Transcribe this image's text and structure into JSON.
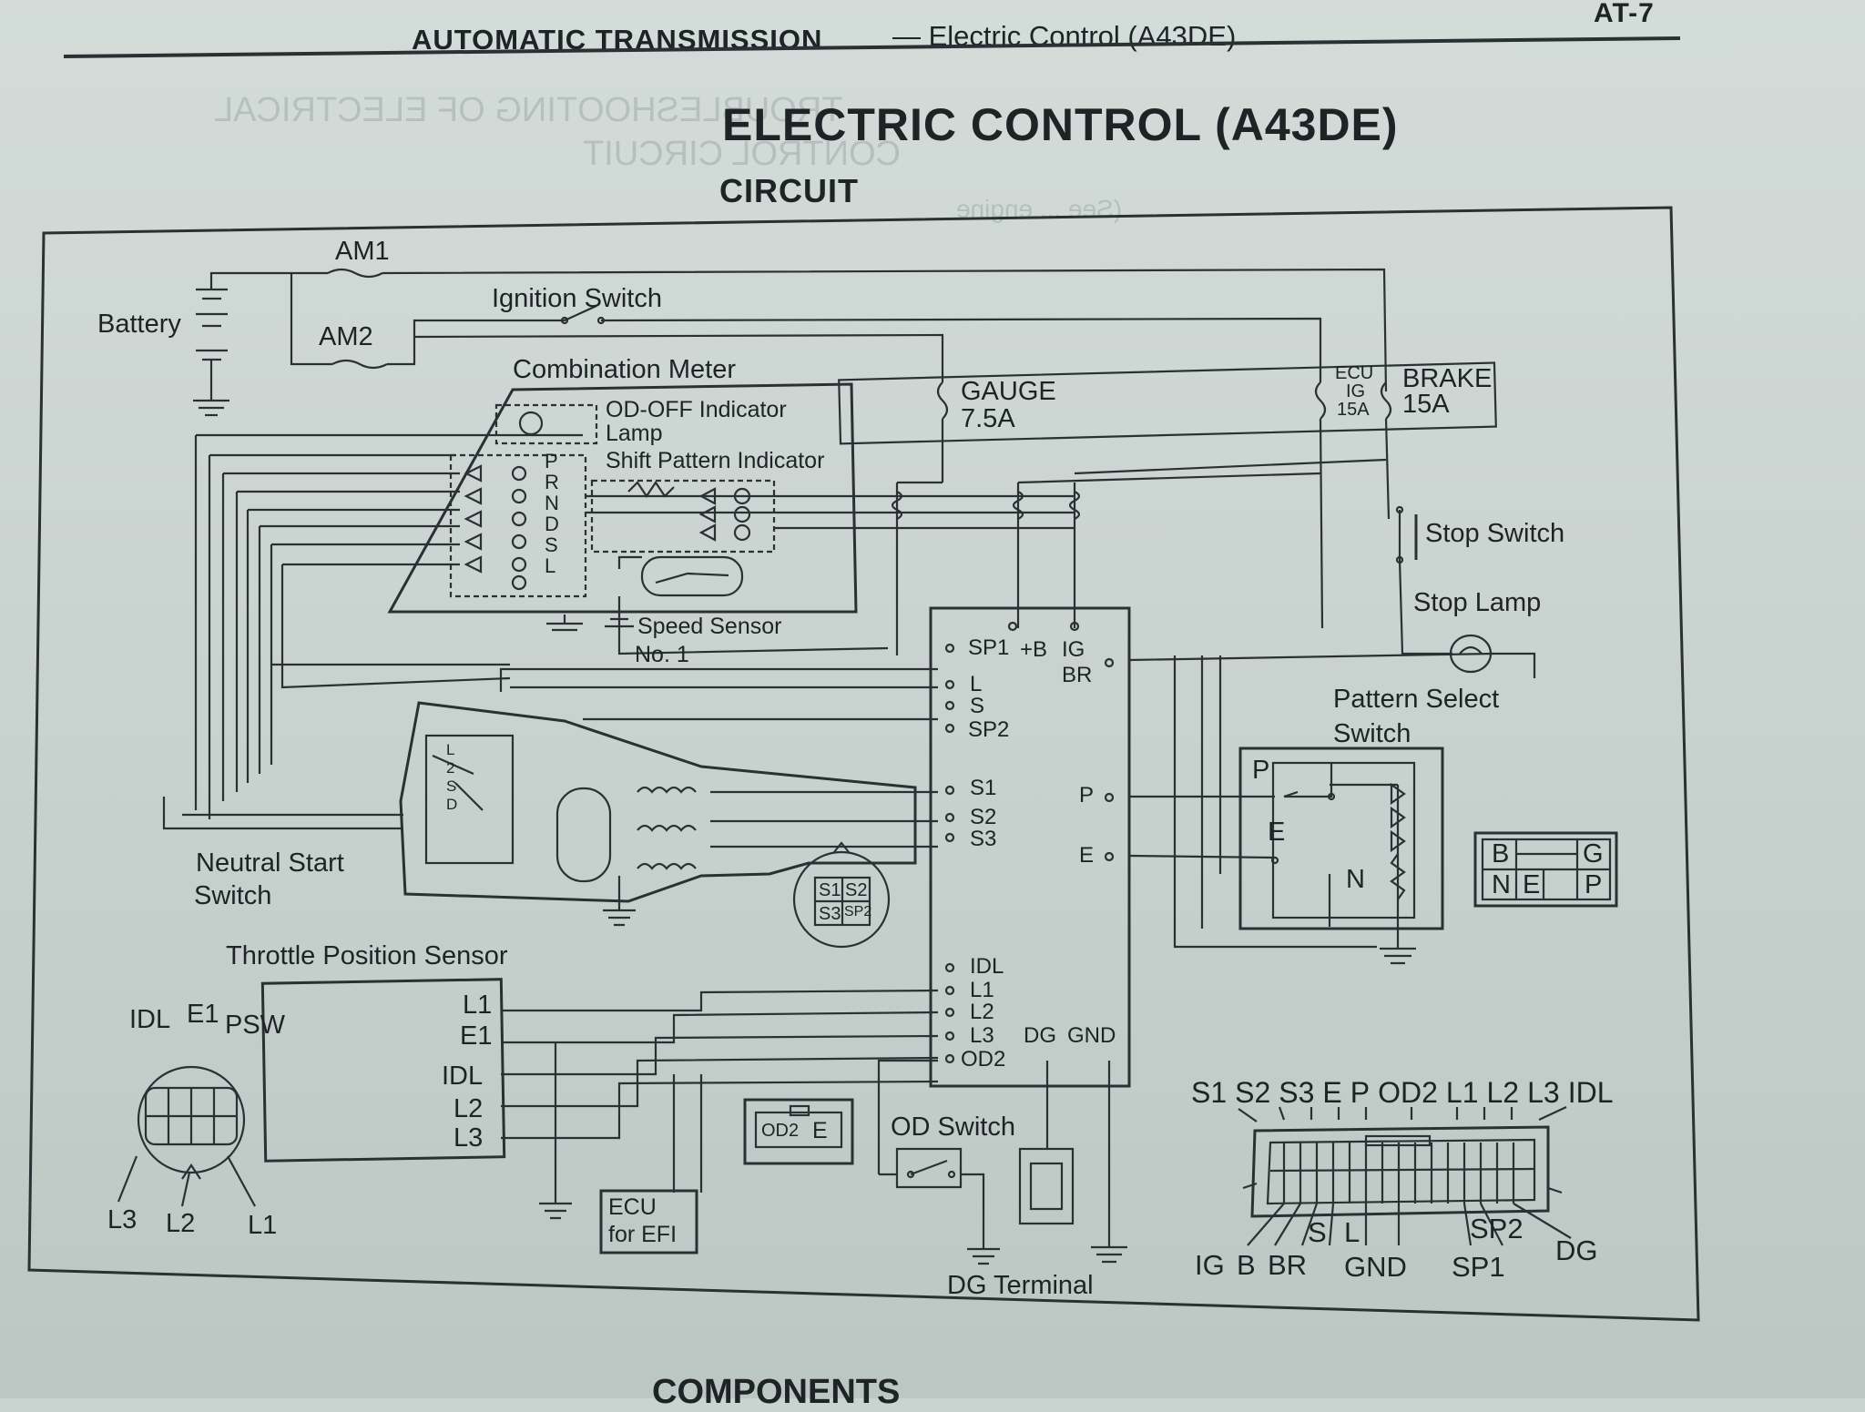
{
  "header": {
    "section": "AUTOMATIC TRANSMISSION",
    "subsection": "— Electric Control (A43DE)",
    "page_no": "AT-7"
  },
  "title": "ELECTRIC CONTROL (A43DE)",
  "subtitle": "CIRCUIT",
  "footer_heading": "COMPONENTS",
  "labels": {
    "battery": "Battery",
    "am1": "AM1",
    "am2": "AM2",
    "ignition_switch": "Ignition Switch",
    "combination_meter": "Combination Meter",
    "od_off_lamp_1": "OD-OFF Indicator",
    "od_off_lamp_2": "Lamp",
    "shift_pattern_indicator": "Shift Pattern Indicator",
    "gauge_fuse_1": "GAUGE",
    "gauge_fuse_2": "7.5A",
    "ecu_ig_fuse_1": "ECU",
    "ecu_ig_fuse_2": "IG",
    "ecu_ig_fuse_3": "15A",
    "brake_fuse_1": "BRAKE",
    "brake_fuse_2": "15A",
    "stop_switch": "Stop Switch",
    "stop_lamp": "Stop Lamp",
    "speed_sensor_1": "Speed Sensor",
    "speed_sensor_2": "No. 1",
    "pattern_select_1": "Pattern Select",
    "pattern_select_2": "Switch",
    "neutral_start_1": "Neutral Start",
    "neutral_start_2": "Switch",
    "throttle_sensor": "Throttle Position Sensor",
    "od_switch": "OD Switch",
    "dg_terminal": "DG Terminal",
    "ecu_efi_1": "ECU",
    "ecu_efi_2": "for EFI"
  },
  "shift_positions": [
    "P",
    "R",
    "N",
    "D",
    "S",
    "L"
  ],
  "nss_positions": [
    "L",
    "2",
    "S",
    "D"
  ],
  "ecu_terminals_left": [
    "SP1",
    "L",
    "S",
    "SP2",
    "S1",
    "S2",
    "S3",
    "IDL",
    "L1",
    "L2",
    "L3",
    "OD2"
  ],
  "ecu_terminals_top": [
    "+B",
    "IG",
    "BR"
  ],
  "ecu_terminals_right": [
    "P",
    "E"
  ],
  "ecu_terminals_bottom": [
    "DG",
    "GND"
  ],
  "solenoid_connector": [
    "S1",
    "S2",
    "S3",
    "SP2"
  ],
  "tps_terminals": [
    "L1",
    "E1",
    "IDL",
    "L2",
    "L3"
  ],
  "tps_connector_top": [
    "IDL",
    "E1",
    "PSW"
  ],
  "tps_connector_bottom": [
    "L3",
    "L2",
    "L1"
  ],
  "pattern_switch_positions": [
    "P",
    "E",
    "N"
  ],
  "pattern_connector": {
    "top": [
      "B",
      "G"
    ],
    "bottom": [
      "N",
      "E",
      "P"
    ]
  },
  "od2_connector": [
    "OD2",
    "E"
  ],
  "ecu_connector_top": [
    "S1",
    "S2",
    "S3",
    "E",
    "P",
    "OD2",
    "L1",
    "L2",
    "L3",
    "IDL"
  ],
  "ecu_connector_bottom": [
    "IG",
    "B",
    "BR",
    "S",
    "L",
    "GND",
    "SP1",
    "SP2",
    "DG"
  ],
  "ghost_text": [
    "TROUBLESHOOTING OF ELECTRICAL",
    "CONTROL CIRCUIT",
    "(See ... engine"
  ]
}
